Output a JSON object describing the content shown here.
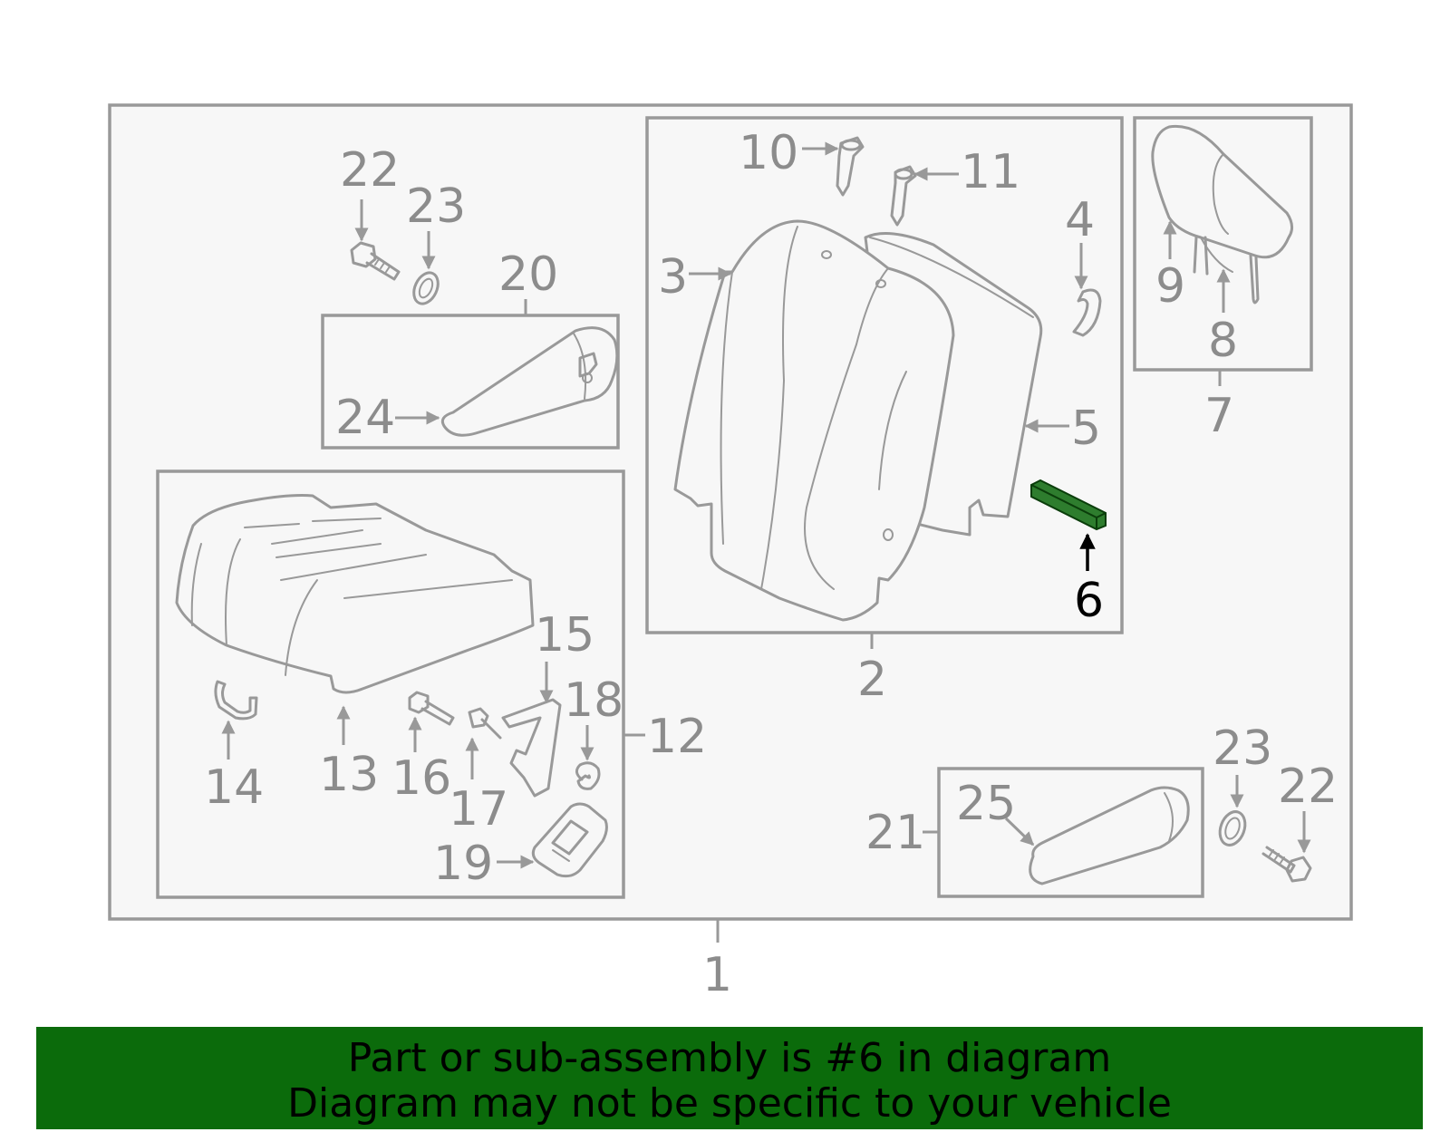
{
  "callouts": {
    "c1": "1",
    "c2": "2",
    "c3": "3",
    "c4": "4",
    "c5": "5",
    "c6": "6",
    "c7": "7",
    "c8": "8",
    "c9": "9",
    "c10": "10",
    "c11": "11",
    "c12": "12",
    "c13": "13",
    "c14": "14",
    "c15": "15",
    "c16": "16",
    "c17": "17",
    "c18": "18",
    "c19": "19",
    "c20": "20",
    "c21": "21",
    "c22a": "22",
    "c22b": "22",
    "c23a": "23",
    "c23b": "23",
    "c24": "24",
    "c25": "25"
  },
  "highlighted_part": "6",
  "colors": {
    "highlight": "#2e7d2e",
    "banner": "#0b6b0b",
    "line": "#999999",
    "panel": "#f7f7f7"
  },
  "banner": {
    "line1": "Part or sub-assembly is #6 in diagram",
    "line2": "Diagram may not be specific to your vehicle"
  }
}
